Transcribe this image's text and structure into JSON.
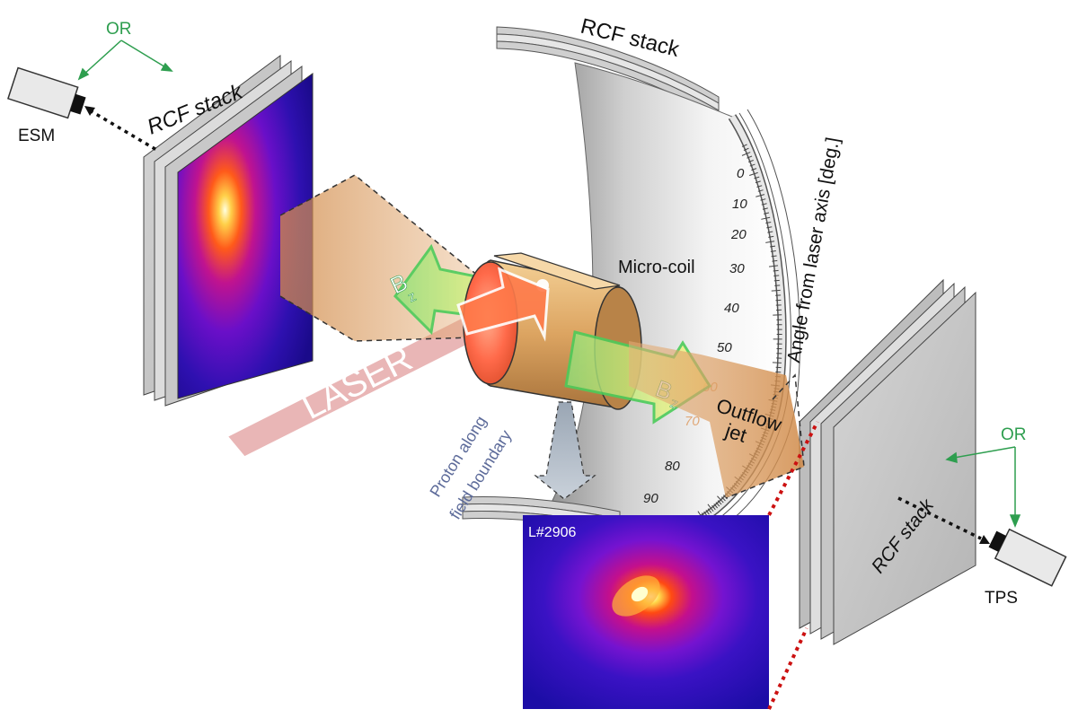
{
  "labels": {
    "or_left": "OR",
    "or_right": "OR",
    "esm": "ESM",
    "tps": "TPS",
    "rcf_left": "RCF stack",
    "rcf_top": "RCF stack",
    "rcf_right": "RCF stack",
    "micro_coil": "Micro-coil",
    "angle_axis": "Angle from laser axis [deg.]",
    "laser": "LASER",
    "bz_left": "B",
    "bz_left_sub": "z",
    "bz_right": "B",
    "bz_right_sub": "z",
    "outflow_line1": "Outflow",
    "outflow_line2": "jet",
    "proton_line1": "Proton along",
    "proton_line2": "field boundary",
    "shot_id": "L#2906"
  },
  "angle_ticks": [
    "0",
    "10",
    "20",
    "30",
    "40",
    "50",
    "60",
    "70",
    "80",
    "90"
  ],
  "colors": {
    "green": "#2e9e4f",
    "laser": "#e8b3b3",
    "coil": "#d9a45f",
    "jet": "#d79a5e",
    "rcf_bg": "#2b0fa8",
    "dotted_red": "#cc1111",
    "proton_text": "#5d6b9a"
  }
}
